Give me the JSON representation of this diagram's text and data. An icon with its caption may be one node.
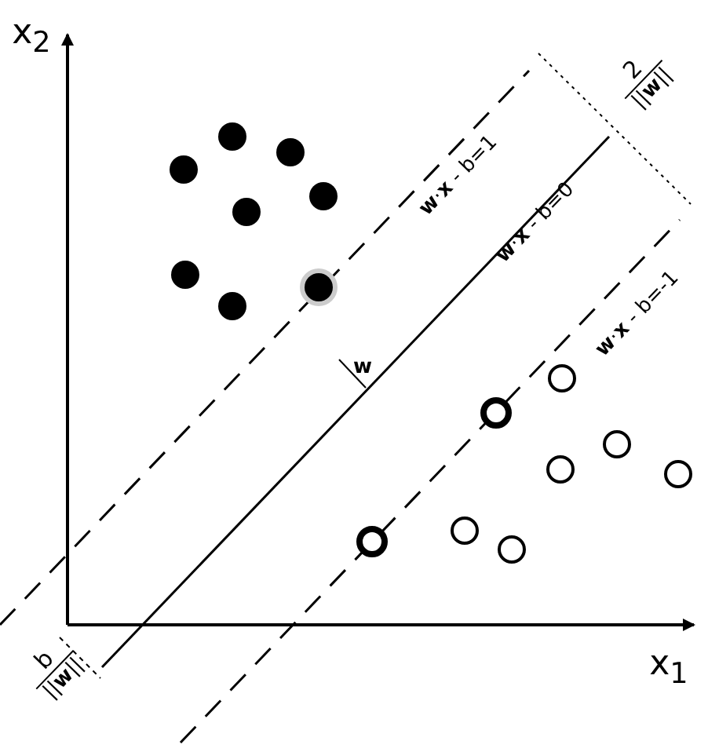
{
  "diagram": {
    "labels": [
      "x$_{2}$",
      "2",
      "||**w**||",
      "**w**·**x** - b=1",
      "**w**·**x** - b=0",
      "**w**·**x** - b=-1",
      "**w**",
      "b",
      "||**w**||",
      "x$_{1}$"
    ]
  }
}
